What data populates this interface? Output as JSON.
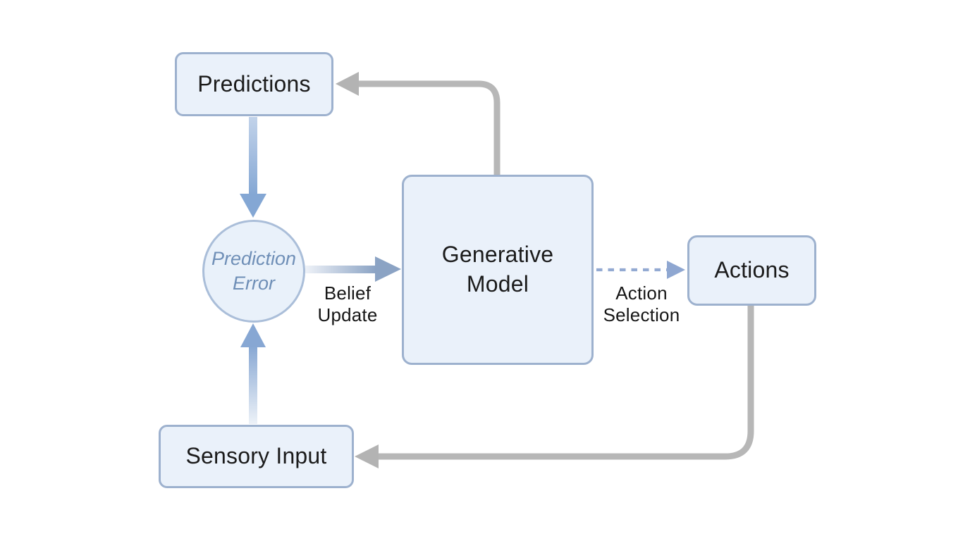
{
  "diagram": {
    "type": "flowchart",
    "topic": "Predictive processing / active inference loop",
    "nodes": {
      "predictions": {
        "label": "Predictions",
        "shape": "rounded-rectangle"
      },
      "prediction_error": {
        "label": "Prediction\nError",
        "shape": "circle"
      },
      "generative_model": {
        "label": "Generative\nModel",
        "shape": "rounded-rectangle"
      },
      "actions": {
        "label": "Actions",
        "shape": "rounded-rectangle"
      },
      "sensory_input": {
        "label": "Sensory Input",
        "shape": "rounded-rectangle"
      }
    },
    "edge_labels": {
      "belief_update": "Belief\nUpdate",
      "action_selection": "Action\nSelection"
    },
    "edges": [
      {
        "from": "Predictions",
        "to": "Prediction Error",
        "style": "solid-blue-arrow"
      },
      {
        "from": "Sensory Input",
        "to": "Prediction Error",
        "style": "solid-blue-arrow"
      },
      {
        "from": "Prediction Error",
        "to": "Generative Model",
        "style": "solid-blue-arrow",
        "label": "Belief Update"
      },
      {
        "from": "Generative Model",
        "to": "Actions",
        "style": "dashed-blue-arrow",
        "label": "Action Selection"
      },
      {
        "from": "Generative Model",
        "to": "Predictions",
        "style": "solid-gray-elbow"
      },
      {
        "from": "Actions",
        "to": "Sensory Input",
        "style": "solid-gray-elbow"
      }
    ],
    "colors": {
      "background": "#ffffff",
      "node_fill": "#eaf1fa",
      "node_border": "#9db1ce",
      "circle_border": "#aabed9",
      "node_text": "#1b1b1b",
      "circle_text": "#6f8fb7",
      "blue_arrow": "#86a7d4",
      "dashed_arrow": "#93aad2",
      "gray_arrow": "#b7b7b7"
    }
  }
}
